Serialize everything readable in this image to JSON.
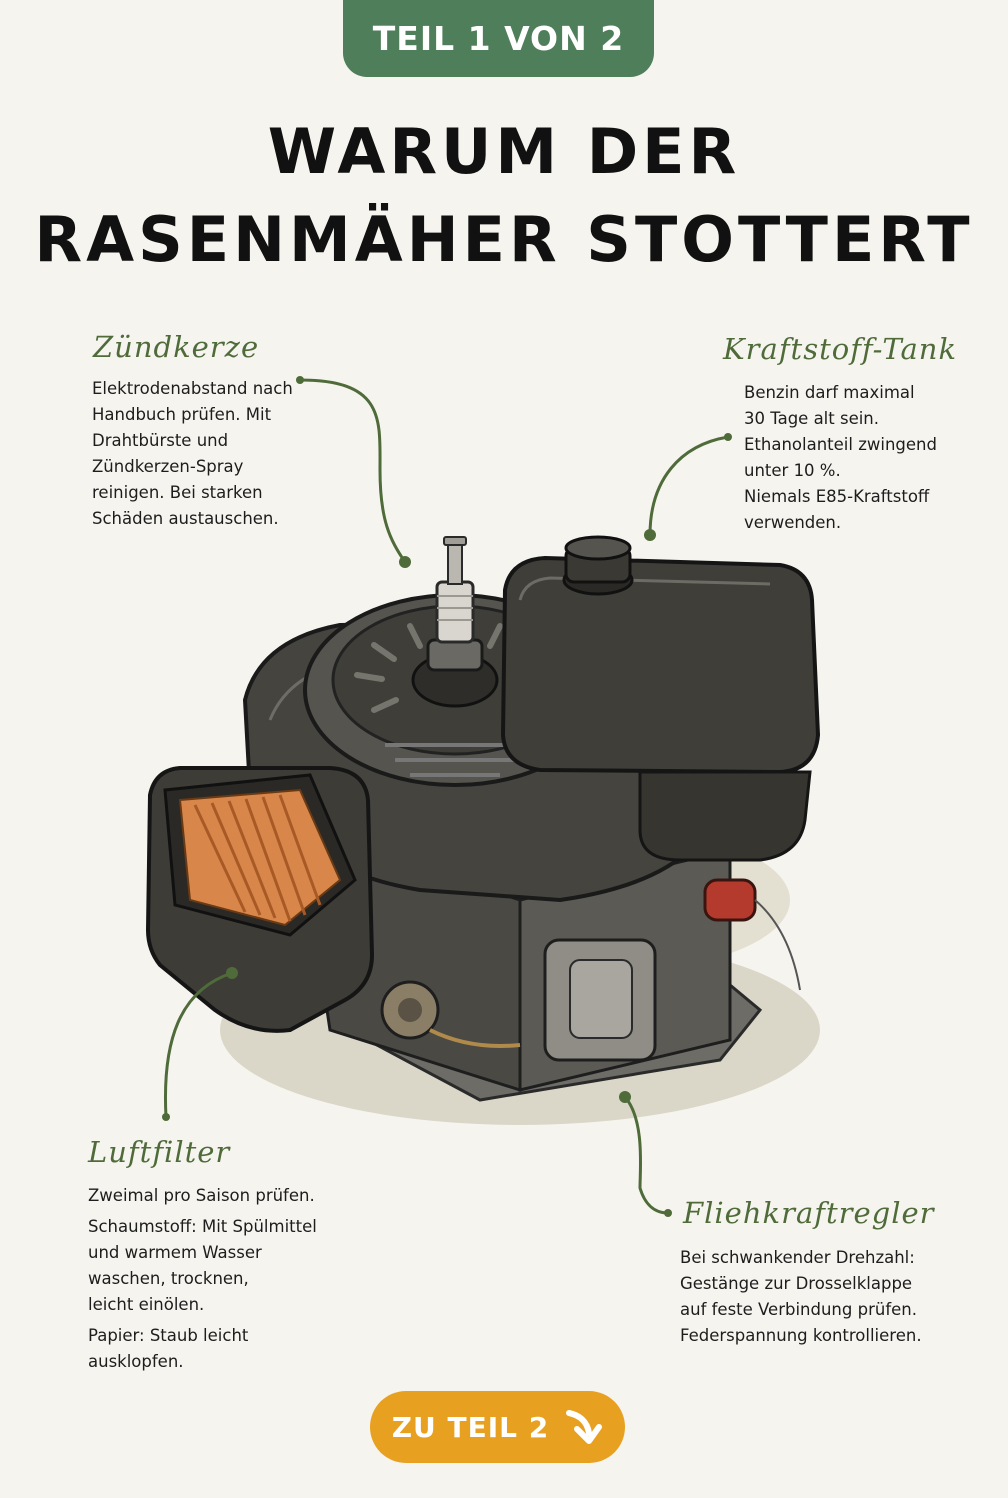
{
  "badge": "TEIL 1 VON 2",
  "title_lines": [
    "WARUM DER",
    "RASENMÄHER STOTTERT"
  ],
  "sections": {
    "zuendkerze": {
      "heading": "Zündkerze",
      "lines": [
        "Elektrodenabstand nach",
        "Handbuch prüfen. Mit",
        "Drahtbürste und",
        "Zündkerzen-Spray",
        "reinigen. Bei starken",
        "Schäden austauschen."
      ]
    },
    "tank": {
      "heading": "Kraftstoff-Tank",
      "lines": [
        "Benzin darf maximal",
        "30 Tage alt sein.",
        "Ethanolanteil zwingend",
        "unter 10 %.",
        "Niemals E85-Kraftstoff",
        "verwenden."
      ]
    },
    "luftfilter": {
      "heading": "Luftfilter",
      "p1": "Zweimal pro Saison prüfen.",
      "p2_lines": [
        "Schaumstoff: Mit Spülmittel",
        "und warmem Wasser",
        "waschen, trocknen,",
        "leicht einölen."
      ],
      "p3_lines": [
        "Papier: Staub leicht",
        "ausklopfen."
      ]
    },
    "regler": {
      "heading": "Fliehkraftregler",
      "lines": [
        "Bei schwankender Drehzahl:",
        "Gestänge zur Drosselklappe",
        "auf feste Verbindung prüfen.",
        "Federspannung kontrollieren."
      ]
    }
  },
  "cta": {
    "label": "ZU TEIL 2",
    "icon": "arrow-down-right-icon"
  },
  "colors": {
    "accent_green": "#4f7f5a",
    "heading_green": "#4f6b3a",
    "cta_orange": "#e8a020",
    "background": "#f6f4ef"
  }
}
